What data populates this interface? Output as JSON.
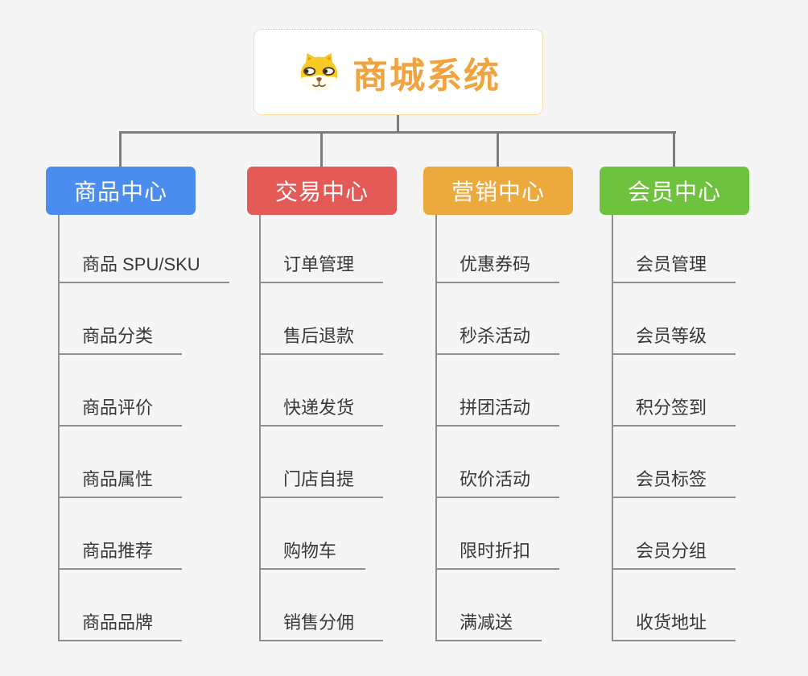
{
  "page": {
    "background_color": "#f5f5f5",
    "connector_color": "#7d7d7d",
    "leaf_line_color": "#8f8f8f"
  },
  "root": {
    "title": "商城系统",
    "title_color": "#f0a43f",
    "border_color": "#f0bb66",
    "icon": "shiba-dog-icon"
  },
  "branches": [
    {
      "id": "product-center",
      "label": "商品中心",
      "color": "#4a8dee",
      "children": [
        "商品 SPU/SKU",
        "商品分类",
        "商品评价",
        "商品属性",
        "商品推荐",
        "商品品牌"
      ]
    },
    {
      "id": "trade-center",
      "label": "交易中心",
      "color": "#e45a57",
      "children": [
        "订单管理",
        "售后退款",
        "快递发货",
        "门店自提",
        "购物车",
        "销售分佣"
      ]
    },
    {
      "id": "marketing-center",
      "label": "营销中心",
      "color": "#ecaa3e",
      "children": [
        "优惠券码",
        "秒杀活动",
        "拼团活动",
        "砍价活动",
        "限时折扣",
        "满减送"
      ]
    },
    {
      "id": "member-center",
      "label": "会员中心",
      "color": "#6fc23e",
      "children": [
        "会员管理",
        "会员等级",
        "积分签到",
        "会员标签",
        "会员分组",
        "收货地址"
      ]
    }
  ]
}
